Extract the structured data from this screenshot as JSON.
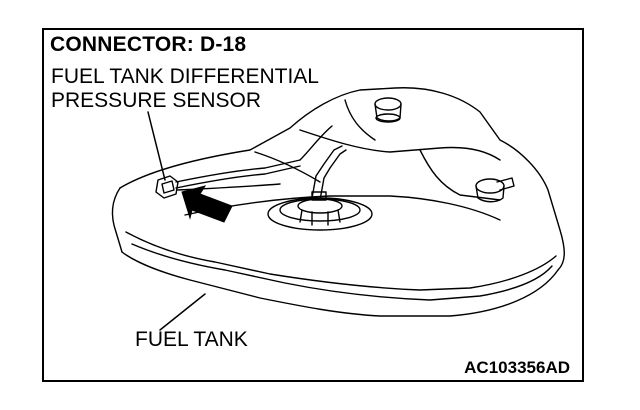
{
  "header": {
    "title": "CONNECTOR: D-18"
  },
  "callouts": {
    "sensor_line1": "FUEL TANK DIFFERENTIAL",
    "sensor_line2": "PRESSURE SENSOR",
    "tank": "FUEL TANK"
  },
  "figure": {
    "code": "AC103356AD"
  }
}
